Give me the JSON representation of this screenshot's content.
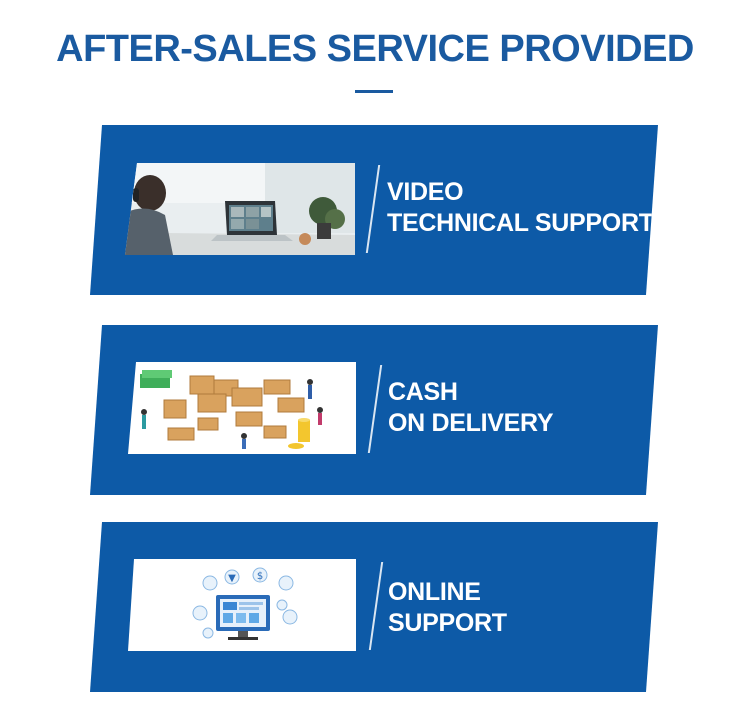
{
  "page": {
    "title": "AFTER-SALES SERVICE PROVIDED",
    "accent_color": "#0d5aa7",
    "title_color": "#1a5aa0"
  },
  "services": [
    {
      "line1": "VIDEO",
      "line2": "TECHNICAL SUPPORT",
      "image": "video-call-photo"
    },
    {
      "line1": "CASH",
      "line2": "ON DELIVERY",
      "image": "warehouse-delivery-illustration"
    },
    {
      "line1": "ONLINE",
      "line2": "SUPPORT",
      "image": "online-support-monitor-illustration"
    }
  ]
}
